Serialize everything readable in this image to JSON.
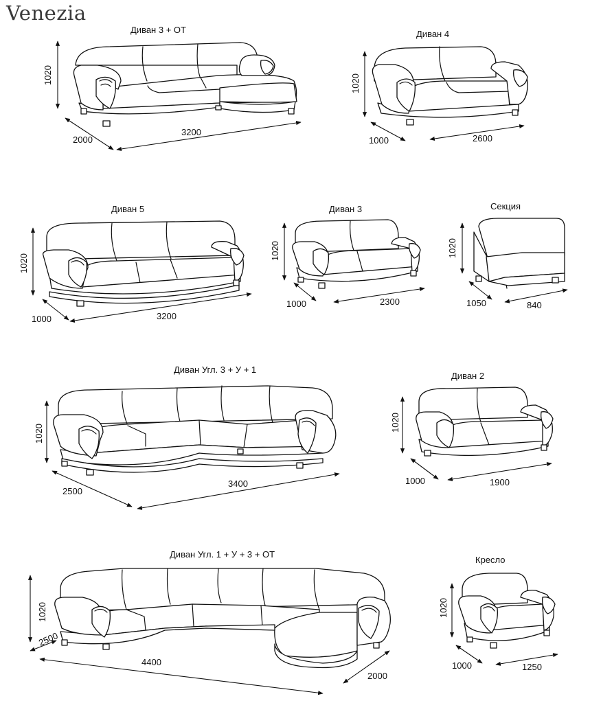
{
  "brand": "Venezia",
  "items": [
    {
      "title": "Диван 3 + ОТ",
      "height": "1020",
      "depth": "2000",
      "width": "3200"
    },
    {
      "title": "Диван 4",
      "height": "1020",
      "depth": "1000",
      "width": "2600"
    },
    {
      "title": "Диван 5",
      "height": "1020",
      "depth": "1000",
      "width": "3200"
    },
    {
      "title": "Диван 3",
      "height": "1020",
      "depth": "1000",
      "width": "2300"
    },
    {
      "title": "Секция",
      "height": "1020",
      "depth": "1050",
      "width": "840"
    },
    {
      "title": "Диван Угл. 3 + У + 1",
      "height": "1020",
      "depth": "2500",
      "width": "3400"
    },
    {
      "title": "Диван 2",
      "height": "1020",
      "depth": "1000",
      "width": "1900"
    },
    {
      "title": "Диван Угл. 1 + У + 3 + ОТ",
      "height": "1020",
      "depth": "2500",
      "width": "4400",
      "depth2": "2000"
    },
    {
      "title": "Кресло",
      "height": "1020",
      "depth": "1000",
      "width": "1250"
    }
  ]
}
